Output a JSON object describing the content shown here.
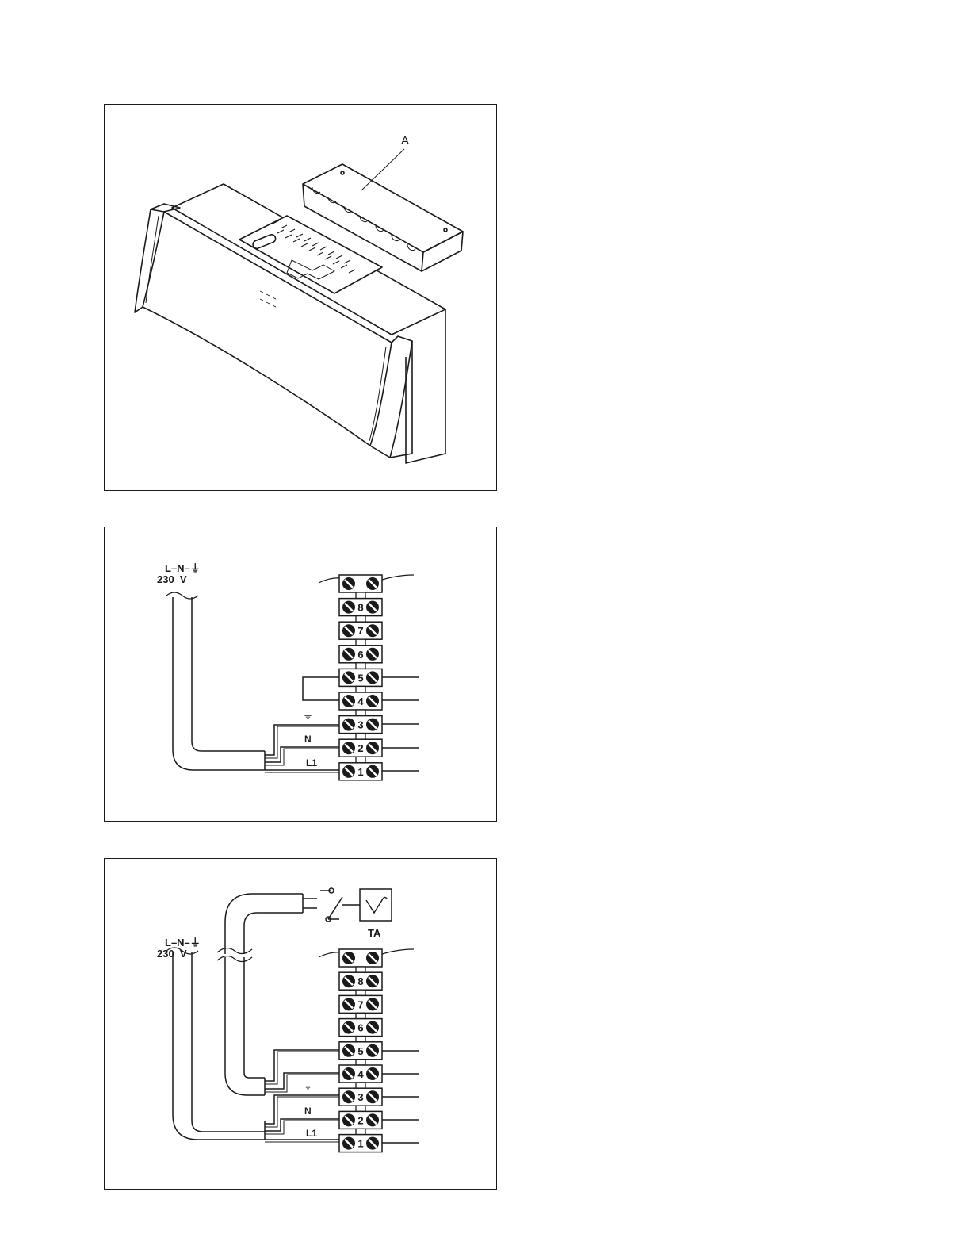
{
  "figure1": {
    "callout_label": "A"
  },
  "figure2": {
    "supply_label": "L–N–⏚",
    "voltage_label": "230  V",
    "wire_labels": {
      "earth": "⏚",
      "neutral": "N",
      "line": "L1"
    },
    "terminals": [
      "",
      "8",
      "7",
      "6",
      "5",
      "4",
      "3",
      "2",
      "1"
    ]
  },
  "figure3": {
    "supply_label": "L–N–⏚",
    "voltage_label": "230  V",
    "wire_labels": {
      "earth": "⏚",
      "neutral": "N",
      "line": "L1"
    },
    "thermostat_label": "TA",
    "terminals": [
      "",
      "8",
      "7",
      "6",
      "5",
      "4",
      "3",
      "2",
      "1"
    ]
  },
  "colors": {
    "ink": "#1a1a1a",
    "link": "#3a3ad8"
  }
}
